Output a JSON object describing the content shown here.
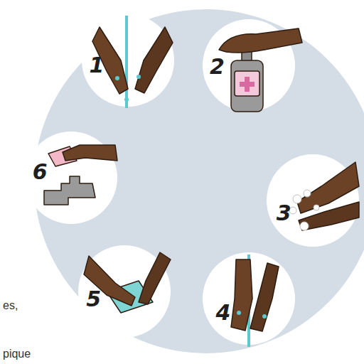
{
  "diagram": {
    "nodes": [
      {
        "text": [
          "1"
        ]
      },
      {
        "text": [
          "2"
        ]
      },
      {
        "text": [
          "3"
        ]
      },
      {
        "text": [
          "4"
        ]
      },
      {
        "text": [
          "5"
        ]
      },
      {
        "text": [
          "6"
        ]
      }
    ],
    "labels": [
      "es,",
      "pique"
    ]
  }
}
